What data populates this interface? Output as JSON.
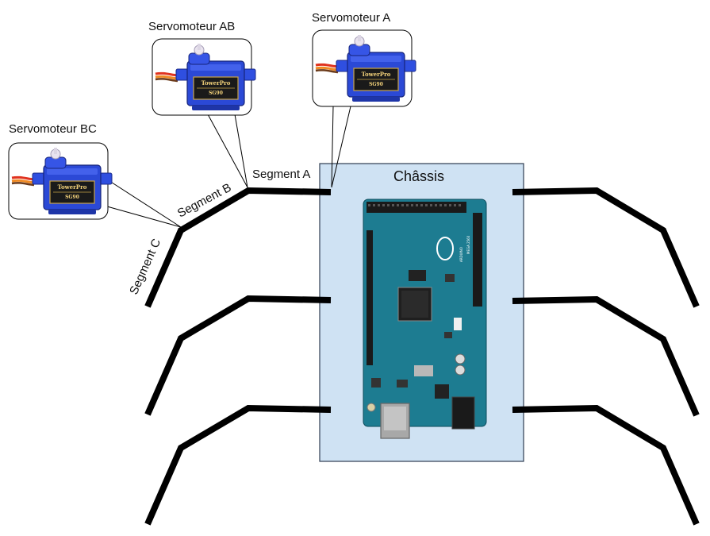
{
  "diagram": {
    "chassis_label": "Châssis",
    "segments": {
      "a": "Segment A",
      "b": "Segment B",
      "c": "Segment C"
    },
    "servos": {
      "a": "Servomoteur A",
      "ab": "Servomoteur AB",
      "bc": "Servomoteur BC"
    },
    "servo_brand": "TowerPro",
    "board": {
      "name": "ARDUINO",
      "model": "MEGA 2560"
    },
    "colors": {
      "chassis_fill": "#cfe2f3",
      "chassis_stroke": "#2f3d52",
      "leg": "#000000",
      "board": "#1d7c91",
      "servo_body": "#2b49d6"
    }
  }
}
